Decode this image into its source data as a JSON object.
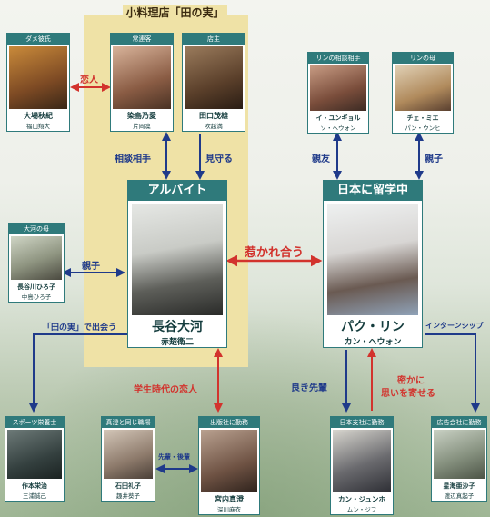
{
  "shop": {
    "title": "小料理店「田の実」"
  },
  "cards": {
    "dame": {
      "header": "ダメ彼氏",
      "name": "大場秋紀",
      "actor": "福山翔大"
    },
    "regular": {
      "header": "常連客",
      "name": "染島乃愛",
      "actor": "片岡凜"
    },
    "owner": {
      "header": "店主",
      "name": "田口茂雄",
      "actor": "吹越満"
    },
    "rin_friend": {
      "header": "リンの相談相手",
      "name": "イ・ユンギョル",
      "actor": "ソ・ヘウォン"
    },
    "rin_mother": {
      "header": "リンの母",
      "name": "チェ・ミエ",
      "actor": "パン・ウンヒ"
    },
    "taiga_mother": {
      "header": "大河の母",
      "name": "長谷川ひろ子",
      "actor": "中島ひろ子"
    },
    "sports": {
      "header": "スポーツ栄養士",
      "name": "作本栄治",
      "actor": "三浦誠己"
    },
    "mako_colleague": {
      "header": "真澄と同じ職場",
      "name": "石田礼子",
      "actor": "趣井葵子"
    },
    "masumi": {
      "header": "出版社に勤務",
      "name": "宮内真澄",
      "actor": "深川麻衣"
    },
    "jungho": {
      "header": "日本支社に勤務",
      "name": "カン・ジュンホ",
      "actor": "ムン・ジフ"
    },
    "adco": {
      "header": "広告会社に勤務",
      "name": "星海亜沙子",
      "actor": "渡辺真起子"
    }
  },
  "main": {
    "taiga": {
      "header": "アルバイト",
      "name": "長谷大河",
      "actor": "赤楚衛二"
    },
    "rin": {
      "header": "日本に留学中",
      "name": "パク・リン",
      "actor": "カン・ヘウォン"
    }
  },
  "relations": {
    "koibito": "恋人",
    "soudan": "相談相手",
    "mimamoru": "見守る",
    "shinyu": "親友",
    "oyako_rin": "親子",
    "oyako_taiga": "親子",
    "hikare": "惹かれ合う",
    "denomi": "「田の実」で出会う",
    "intern": "インターンシップ",
    "gakusei": "学生時代の恋人",
    "senpai": "良き先輩",
    "hisoka_1": "密かに",
    "hisoka_2": "思いを寄せる",
    "senpai_kohai": "先輩・後輩"
  },
  "colors": {
    "teal": "#2f7a7b",
    "blue": "#1f3a8a",
    "red": "#d2332d",
    "shop": "#efe2a6"
  }
}
